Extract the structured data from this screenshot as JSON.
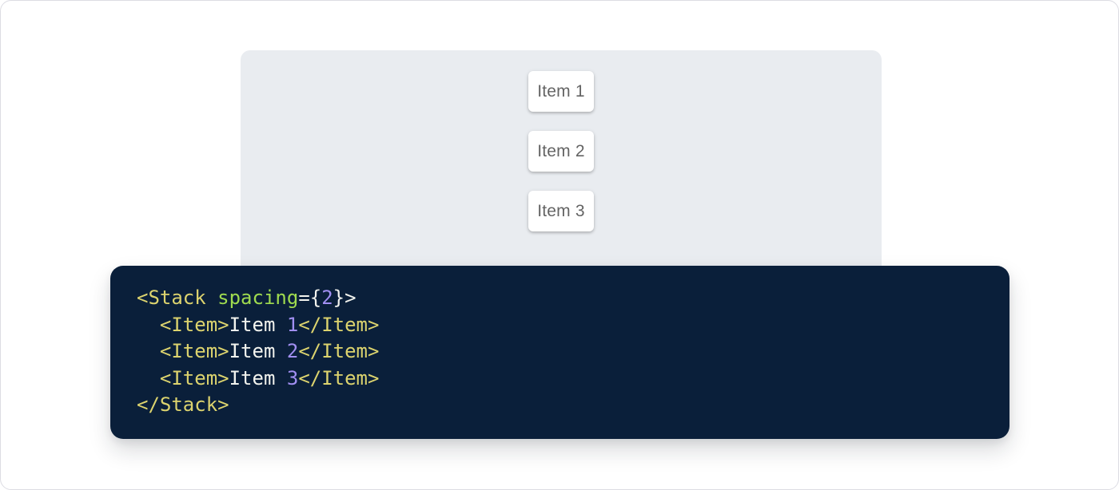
{
  "page": {
    "background": "#ffffff",
    "border_color": "#dcdce3"
  },
  "demo_panel": {
    "background": "#e9ecf0",
    "items": [
      {
        "label": "Item 1"
      },
      {
        "label": "Item 2"
      },
      {
        "label": "Item 3"
      }
    ]
  },
  "code_block": {
    "background": "#0a1f3a",
    "token_colors": {
      "tag": "#dcd36e",
      "attr": "#9fdb4f",
      "punct": "#f2f3ee",
      "number": "#a18ff2",
      "plain": "#f2f3ee"
    },
    "source_text": "<Stack spacing={2}>\n  <Item>Item 1</Item>\n  <Item>Item 2</Item>\n  <Item>Item 3</Item>\n</Stack>",
    "lines": [
      {
        "tokens": [
          {
            "text": "<Stack ",
            "type": "tag"
          },
          {
            "text": "spacing",
            "type": "attr"
          },
          {
            "text": "={",
            "type": "punct"
          },
          {
            "text": "2",
            "type": "number"
          },
          {
            "text": "}>",
            "type": "punct"
          }
        ]
      },
      {
        "tokens": [
          {
            "text": "  ",
            "type": "plain"
          },
          {
            "text": "<Item>",
            "type": "tag"
          },
          {
            "text": "Item ",
            "type": "plain"
          },
          {
            "text": "1",
            "type": "number"
          },
          {
            "text": "</Item>",
            "type": "tag"
          }
        ]
      },
      {
        "tokens": [
          {
            "text": "  ",
            "type": "plain"
          },
          {
            "text": "<Item>",
            "type": "tag"
          },
          {
            "text": "Item ",
            "type": "plain"
          },
          {
            "text": "2",
            "type": "number"
          },
          {
            "text": "</Item>",
            "type": "tag"
          }
        ]
      },
      {
        "tokens": [
          {
            "text": "  ",
            "type": "plain"
          },
          {
            "text": "<Item>",
            "type": "tag"
          },
          {
            "text": "Item ",
            "type": "plain"
          },
          {
            "text": "3",
            "type": "number"
          },
          {
            "text": "</Item>",
            "type": "tag"
          }
        ]
      },
      {
        "tokens": [
          {
            "text": "</Stack>",
            "type": "tag"
          }
        ]
      }
    ]
  }
}
